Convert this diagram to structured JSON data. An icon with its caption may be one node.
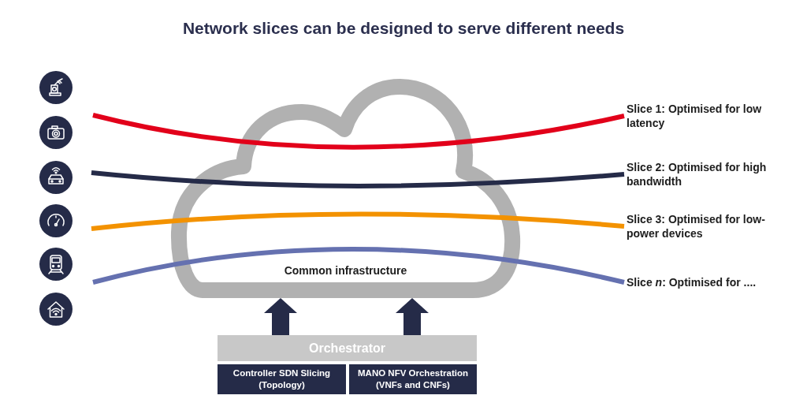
{
  "diagram": {
    "title": "Network slices can be designed to serve different needs",
    "nodes": [
      {
        "text": [
          "Common infrastructure"
        ]
      },
      {
        "text": [
          "Slice 1: Optimised for low latency"
        ]
      },
      {
        "text": [
          "Slice 2: Optimised for high bandwidth"
        ]
      },
      {
        "text": [
          "Slice 3: Optimised for low-power devices"
        ]
      },
      {
        "text": [
          "Slice *n*: Optimised for ...."
        ]
      },
      {
        "text": [
          "Orchestrator"
        ]
      },
      {
        "text": [
          "Controller SDN Slicing (Topology)"
        ]
      },
      {
        "text": [
          "MANO NFV Orchestration (VNFs and CNFs)"
        ]
      }
    ],
    "edges": [
      {
        "from": null,
        "to": 1,
        "arrow": "none",
        "color": "#e2001a"
      },
      {
        "from": null,
        "to": 2,
        "arrow": "none",
        "color": "#252b48"
      },
      {
        "from": null,
        "to": 3,
        "arrow": "none",
        "color": "#f39200"
      },
      {
        "from": null,
        "to": 4,
        "arrow": "none",
        "color": "#6571b0"
      },
      {
        "from": 5,
        "to": 0,
        "arrow": "to",
        "style": "thick",
        "color": "#252b48"
      },
      {
        "from": 5,
        "to": 0,
        "arrow": "to",
        "style": "thick",
        "color": "#252b48"
      }
    ]
  }
}
